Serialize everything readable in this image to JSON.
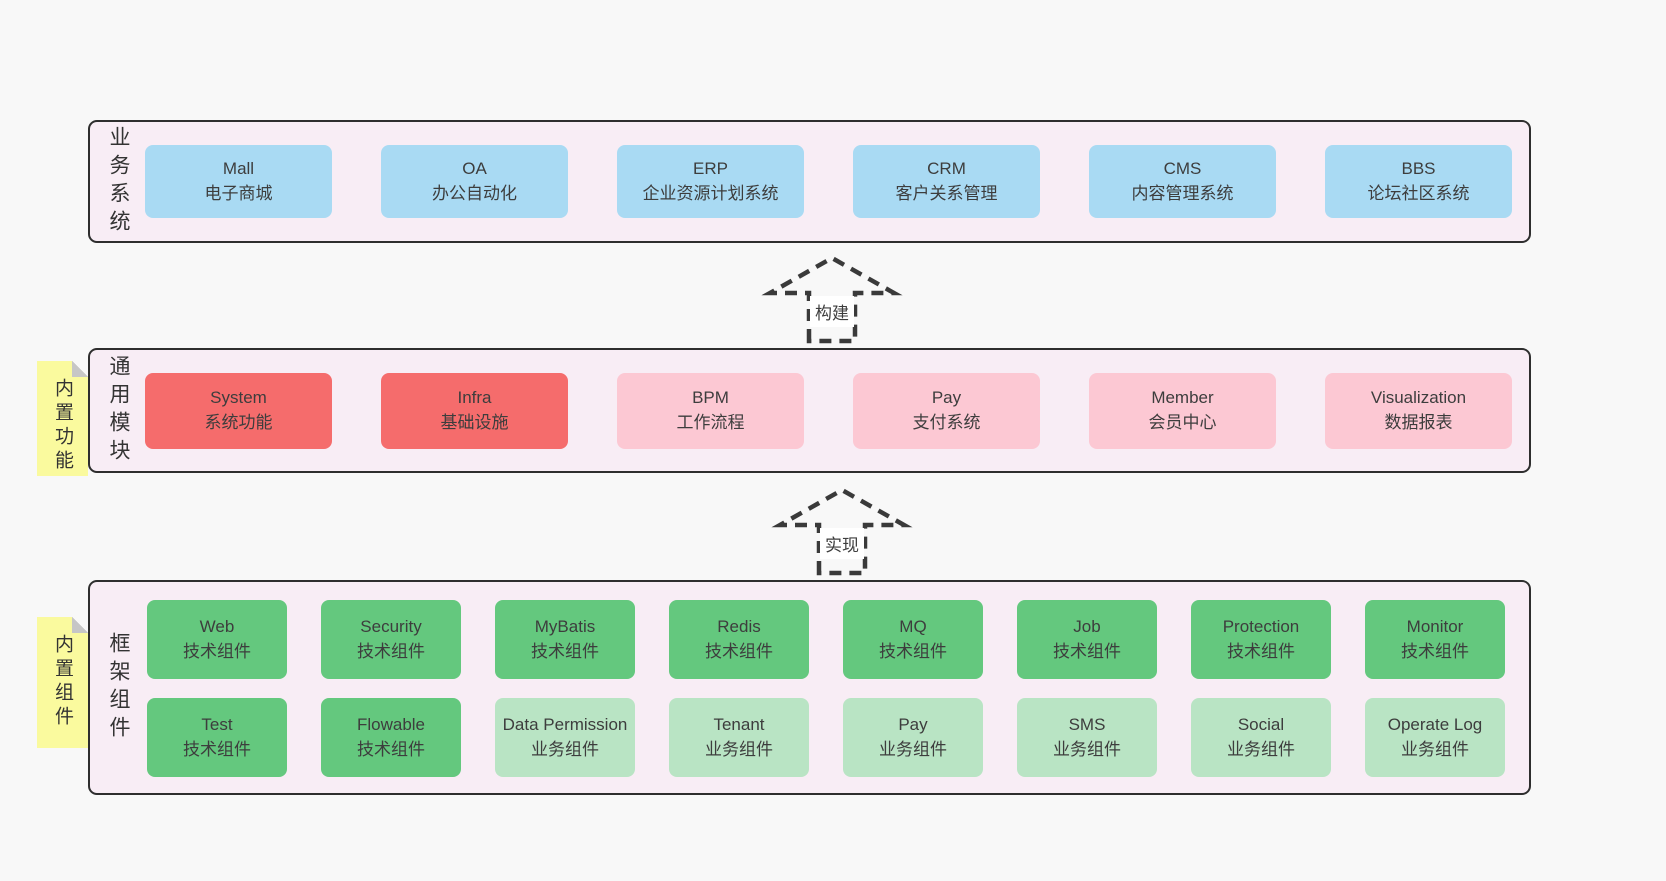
{
  "colors": {
    "page_bg": "#f8f8f8",
    "panel_bg": "#f8edf5",
    "panel_border": "#2e2e2e",
    "box_blue": "#a9daf3",
    "box_red": "#f56c6c",
    "box_pink": "#fcc8d3",
    "box_green": "#64c87e",
    "box_light_green": "#b9e4c4",
    "sticky_yellow": "#fafa9e",
    "text": "#3d3d3d"
  },
  "sections": {
    "business": {
      "label": "业务系统",
      "boxes": [
        {
          "name": "Mall",
          "desc": "电子商城"
        },
        {
          "name": "OA",
          "desc": "办公自动化"
        },
        {
          "name": "ERP",
          "desc": "企业资源计划系统"
        },
        {
          "name": "CRM",
          "desc": "客户关系管理"
        },
        {
          "name": "CMS",
          "desc": "内容管理系统"
        },
        {
          "name": "BBS",
          "desc": "论坛社区系统"
        }
      ]
    },
    "modules": {
      "label": "通用模块",
      "sticky": "内置功能",
      "boxes": [
        {
          "name": "System",
          "desc": "系统功能"
        },
        {
          "name": "Infra",
          "desc": "基础设施"
        },
        {
          "name": "BPM",
          "desc": "工作流程"
        },
        {
          "name": "Pay",
          "desc": "支付系统"
        },
        {
          "name": "Member",
          "desc": "会员中心"
        },
        {
          "name": "Visualization",
          "desc": "数据报表"
        }
      ]
    },
    "framework": {
      "label": "框架组件",
      "sticky": "内置组件",
      "row1": [
        {
          "name": "Web",
          "desc": "技术组件"
        },
        {
          "name": "Security",
          "desc": "技术组件"
        },
        {
          "name": "MyBatis",
          "desc": "技术组件"
        },
        {
          "name": "Redis",
          "desc": "技术组件"
        },
        {
          "name": "MQ",
          "desc": "技术组件"
        },
        {
          "name": "Job",
          "desc": "技术组件"
        },
        {
          "name": "Protection",
          "desc": "技术组件"
        },
        {
          "name": "Monitor",
          "desc": "技术组件"
        }
      ],
      "row2": [
        {
          "name": "Test",
          "desc": "技术组件"
        },
        {
          "name": "Flowable",
          "desc": "技术组件"
        },
        {
          "name": "Data Permission",
          "desc": "业务组件"
        },
        {
          "name": "Tenant",
          "desc": "业务组件"
        },
        {
          "name": "Pay",
          "desc": "业务组件"
        },
        {
          "name": "SMS",
          "desc": "业务组件"
        },
        {
          "name": "Social",
          "desc": "业务组件"
        },
        {
          "name": "Operate Log",
          "desc": "业务组件"
        }
      ]
    }
  },
  "arrows": {
    "build": {
      "label": "构建"
    },
    "implement": {
      "label": "实现"
    }
  }
}
